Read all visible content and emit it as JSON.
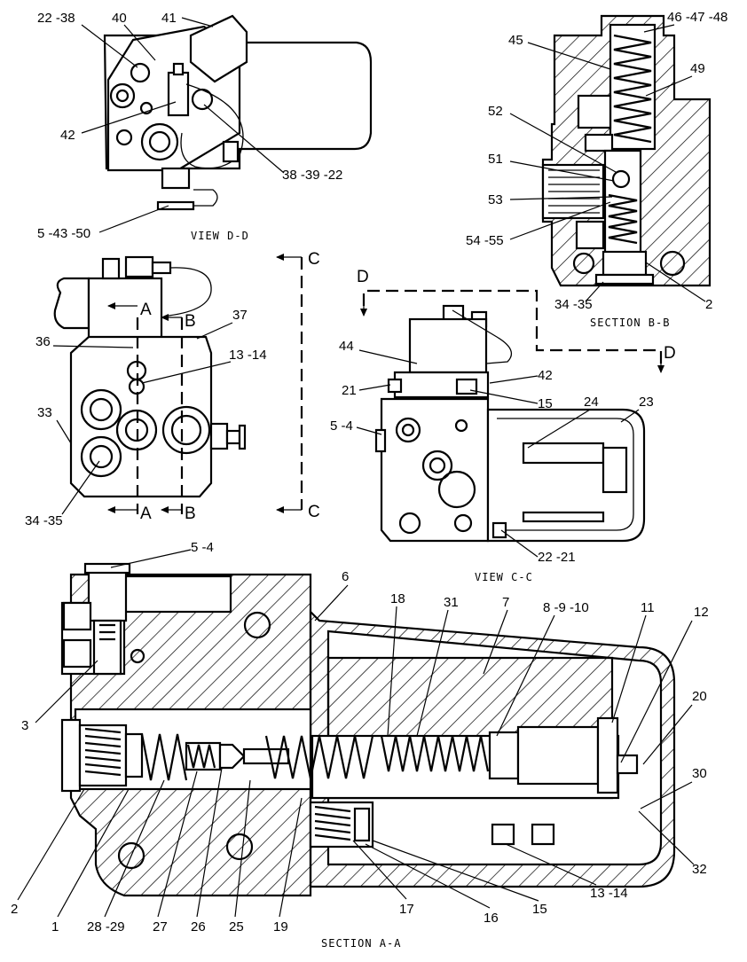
{
  "views": {
    "dd": {
      "caption": "VIEW D-D",
      "callouts": [
        "22 -38",
        "40",
        "41",
        "42",
        "38 -39 -22",
        "5 -43 -50"
      ]
    },
    "bb": {
      "caption": "SECTION B-B",
      "callouts": [
        "46 -47 -48",
        "45",
        "49",
        "52",
        "51",
        "53",
        "54 -55",
        "34 -35",
        "2"
      ]
    },
    "front": {
      "cut_labels": [
        "A",
        "B",
        "A",
        "B"
      ],
      "callouts": [
        "37",
        "36",
        "13 -14",
        "33",
        "34 -35"
      ]
    },
    "cc": {
      "caption": "VIEW C-C",
      "callouts": [
        "44",
        "42",
        "21",
        "15",
        "24",
        "23",
        "5 -4",
        "22 -21"
      ]
    },
    "aa": {
      "caption": "SECTION A-A",
      "callouts": [
        "5 -4",
        "6",
        "18",
        "31",
        "7",
        "8 -9 -10",
        "11",
        "12",
        "20",
        "30",
        "32",
        "3",
        "2",
        "1",
        "28 -29",
        "27",
        "26",
        "25",
        "19",
        "17",
        "16",
        "15",
        "13 -14"
      ]
    }
  },
  "section_markers": {
    "c_top": "C",
    "c_bottom": "C",
    "d_left": "D",
    "d_right": "D"
  }
}
